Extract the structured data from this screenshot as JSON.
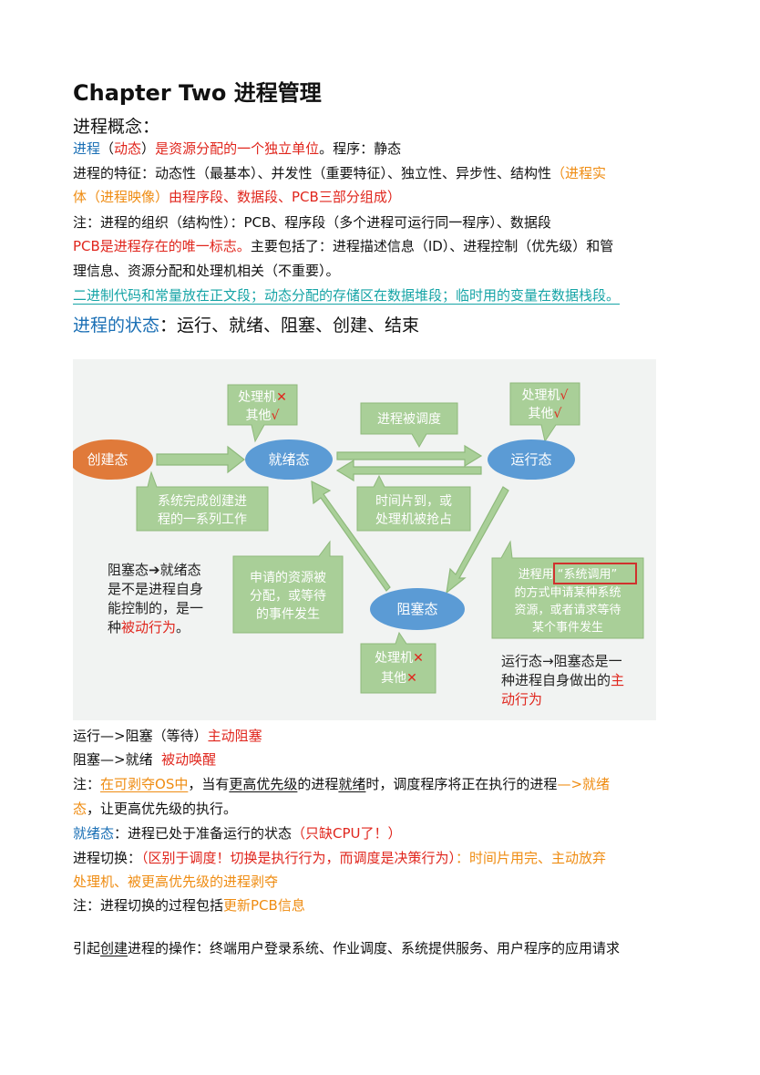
{
  "title": "Chapter Two 进程管理",
  "concept": {
    "heading": "进程概念：",
    "line1": {
      "a": "进程",
      "b": "（",
      "c": "动态",
      "d": "）",
      "e": "是资源分配的一个独立单位",
      "f": "。程序：静态"
    },
    "line2": {
      "a": "进程的特征：动态性（最基本）、并发性（重要特征）、独立性、异步性、结构性",
      "b": "（进程实"
    },
    "line3": {
      "a": "体（进程映像）",
      "b": "由程序段、数据段、PCB三部分组成）"
    },
    "line4": "注：进程的组织（结构性）：PCB、程序段（多个进程可运行同一程序）、数据段",
    "line5": {
      "a": "PCB是进程存在的唯一标志。",
      "b": "主要包括了：进程描述信息（ID）、进程控制（优先级）和管"
    },
    "line6": "理信息、资源分配和处理机相关（不重要）。",
    "line7": "二进制代码和常量放在正文段；动态分配的存储区在数据堆段；临时用的变量在数据栈段。"
  },
  "states_heading": {
    "a": "进程的状态",
    "b": "：运行、就绪、阻塞、创建、结束"
  },
  "diagram": {
    "nodes": {
      "create": "创建态",
      "ready": "就绪态",
      "running": "运行态",
      "blocked": "阻塞态"
    },
    "ready_cpu": {
      "l1a": "处理机",
      "l1b": "✕",
      "l2a": "其他",
      "l2b": "√"
    },
    "running_cpu": {
      "l1a": "处理机",
      "l1b": "√",
      "l2a": "其他",
      "l2b": "√"
    },
    "blocked_cpu": {
      "l1a": "处理机",
      "l1b": "✕",
      "l2a": "其他",
      "l2b": "✕"
    },
    "scheduled": "进程被调度",
    "create_note": {
      "l1": "系统完成创建进",
      "l2": "程的一系列工作"
    },
    "timeslice": {
      "l1": "时间片到，或",
      "l2": "处理机被抢占"
    },
    "resource": {
      "l1": "申请的资源被",
      "l2": "分配，或等待",
      "l3": "的事件发生"
    },
    "syscall": {
      "l1a": "进程用",
      "l1b": "“系统调用”",
      "l2": "的方式申请某种系统",
      "l3": "资源，或者请求等待",
      "l4": "某个事件发生"
    },
    "left_note": {
      "l1": "阻塞态➔就绪态",
      "l2": "是不是进程自身",
      "l3": "能控制的，是一",
      "l4a": "种",
      "l4b": "被动行为",
      "l4c": "。"
    },
    "right_note": {
      "l1": "运行态→阻塞态是一",
      "l2": "种进程自身做出的",
      "l2b": "主",
      "l3": "动行为"
    }
  },
  "after": {
    "line1": {
      "a": "运行—>阻塞（等待）",
      "b": "主动阻塞"
    },
    "line2": {
      "a": "阻塞—>就绪  ",
      "b": "被动唤醒"
    },
    "line3": {
      "a": "注：",
      "b": "在可剥夺OS中",
      "c": "，当有",
      "d": "更高优先级",
      "e": "的进程",
      "f": "就绪",
      "g": "时，调度程序将正在执行的进程",
      "h": "—>就绪"
    },
    "line4": {
      "a": "态",
      "b": "，让更高优先级的执行。"
    },
    "line5": {
      "a": "就绪态",
      "b": "：进程已处于准备运行的状态",
      "c": "（只缺CPU了！）"
    },
    "line6": {
      "a": "进程切换：",
      "b": "（区别于调度！切换是执行行为，而调度是决策行为）",
      "c": "：时间片用完、主动放弃"
    },
    "line7": "处理机、被更高优先级的进程剥夺",
    "line8": {
      "a": "注：进程切换的过程包括",
      "b": "更新PCB信息"
    },
    "line9": {
      "a": "引起",
      "b": "创建",
      "c": "进程的操作：终端用户登录系统、作业调度、系统提供服务、用户程序的应用请求"
    }
  }
}
